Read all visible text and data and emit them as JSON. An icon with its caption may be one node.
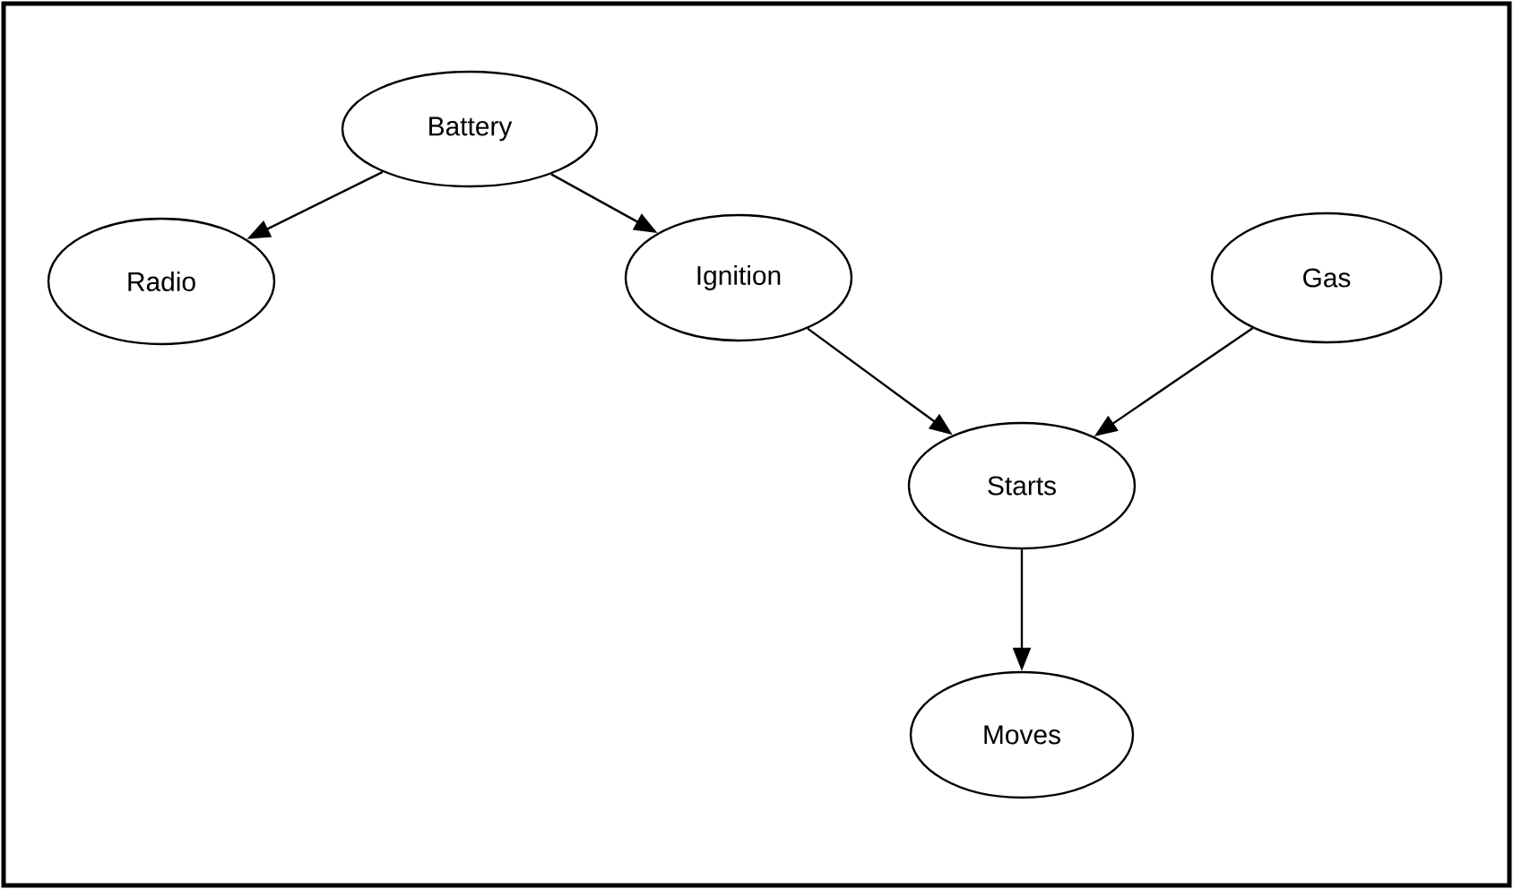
{
  "diagram": {
    "nodes": [
      {
        "text": [
          "Battery"
        ]
      },
      {
        "text": [
          "Radio"
        ]
      },
      {
        "text": [
          "Ignition"
        ]
      },
      {
        "text": [
          "Gas"
        ]
      },
      {
        "text": [
          "Starts"
        ]
      },
      {
        "text": [
          "Moves"
        ]
      }
    ],
    "edges": [
      {
        "from": 0,
        "to": 1,
        "arrow": "to"
      },
      {
        "from": 0,
        "to": 2,
        "arrow": "to"
      },
      {
        "from": 2,
        "to": 4,
        "arrow": "to"
      },
      {
        "from": 3,
        "to": 4,
        "arrow": "to"
      },
      {
        "from": 4,
        "to": 5,
        "arrow": "to"
      }
    ]
  }
}
